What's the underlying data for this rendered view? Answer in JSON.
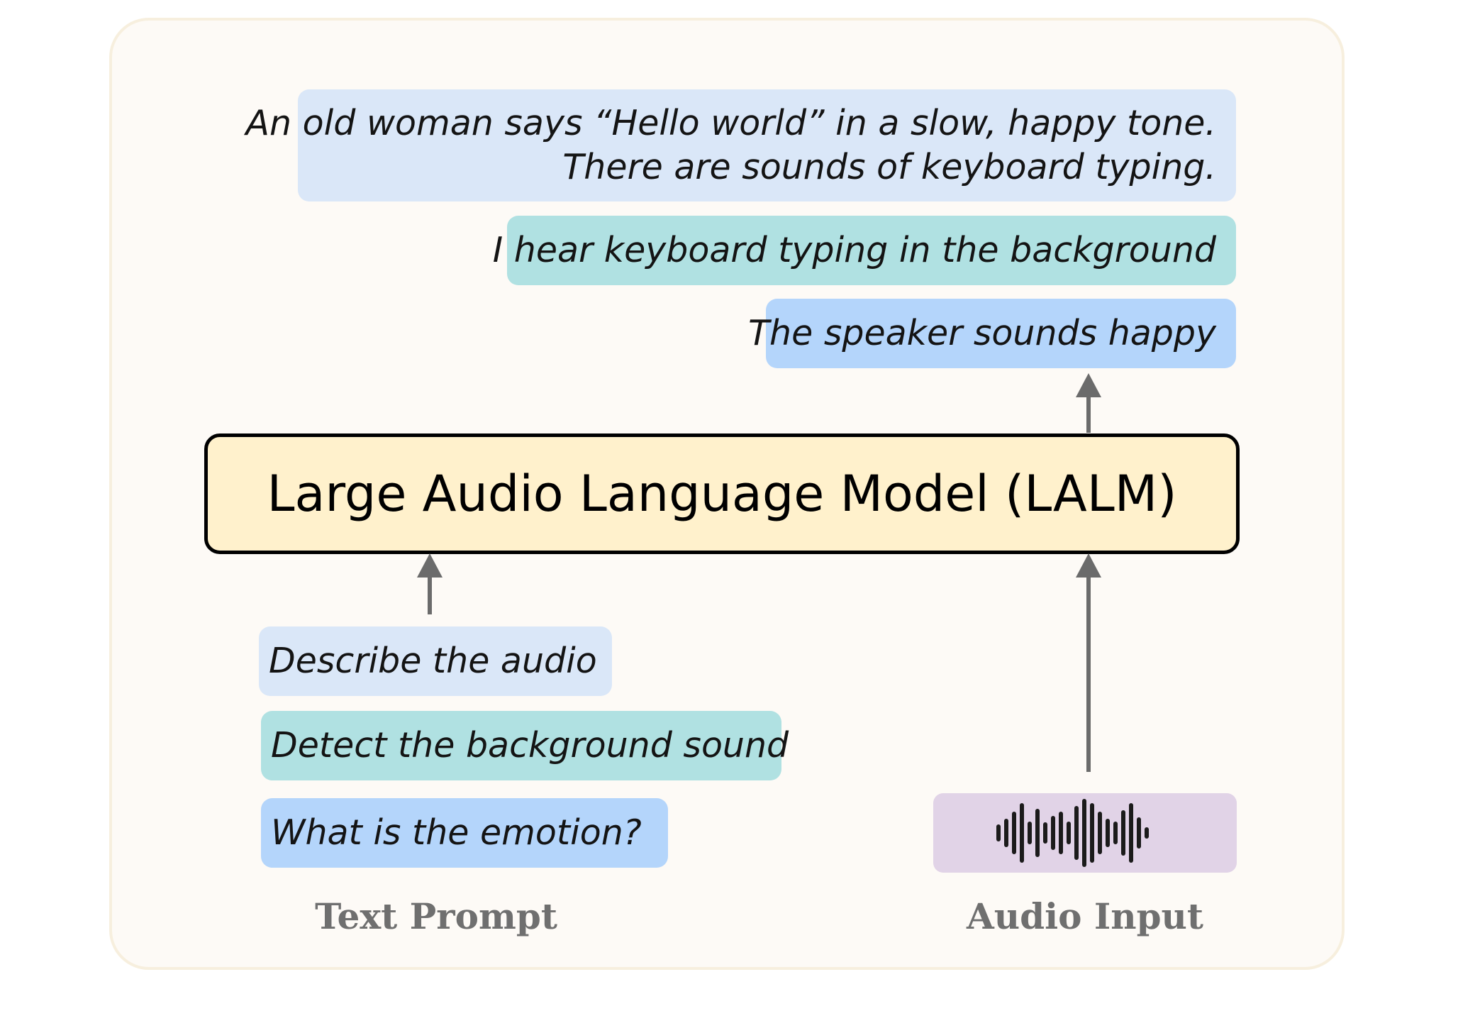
{
  "model": {
    "label": "Large Audio Language Model (LALM)"
  },
  "outputs": {
    "description_lines": [
      "An old woman says “Hello world” in a slow, happy tone.",
      "There are sounds of keyboard typing."
    ],
    "background_answer": "I hear keyboard typing in the background",
    "emotion_answer": "The speaker sounds happy"
  },
  "prompts": [
    "Describe the audio",
    "Detect the background sound",
    "What is the emotion?"
  ],
  "captions": {
    "text_prompt": "Text Prompt",
    "audio_input": "Audio Input"
  },
  "audio_icon": "waveform-icon",
  "colors": {
    "panel_bg": "#fdfaf6",
    "panel_border": "#f7efde",
    "light_blue": "#dae7f8",
    "teal": "#b0e1e2",
    "blue": "#b4d5fb",
    "lavender": "#e1d3e7",
    "model_fill": "#fff1cc",
    "arrow": "#6b6b6b",
    "caption": "#6f6f6f"
  }
}
